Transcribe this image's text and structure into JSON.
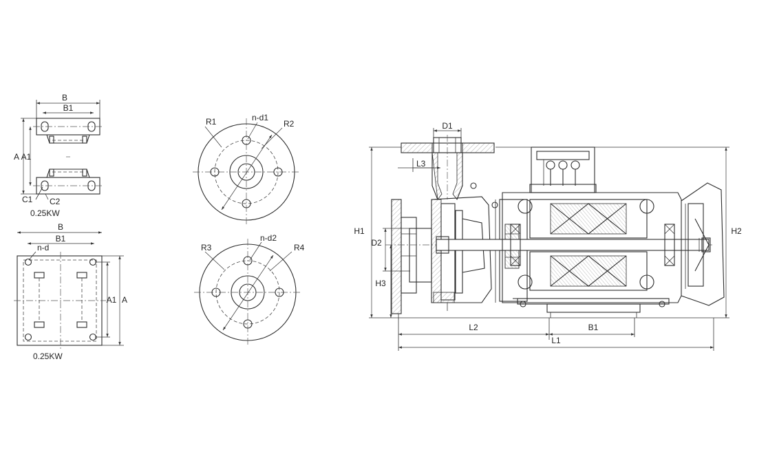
{
  "labels": {
    "base_top_B": "B",
    "base_top_B1": "B1",
    "base_top_A": "A",
    "base_top_A1": "A1",
    "base_top_C1": "C1",
    "base_top_C2": "C2",
    "base_top_power": "0.25KW",
    "base_bot_B": "B",
    "base_bot_B1": "B1",
    "base_bot_nd": "n-d",
    "base_bot_A1": "A1",
    "base_bot_A": "A",
    "base_bot_power": "0.25KW",
    "flange1_R1": "R1",
    "flange1_nd1": "n-d1",
    "flange1_R2": "R2",
    "flange2_R3": "R3",
    "flange2_nd2": "n-d2",
    "flange2_R4": "R4",
    "pump_D1": "D1",
    "pump_L3": "L3",
    "pump_H1": "H1",
    "pump_D2": "D2",
    "pump_H3": "H3",
    "pump_H2": "H2",
    "pump_L2": "L2",
    "pump_B1": "B1",
    "pump_L1": "L1"
  }
}
